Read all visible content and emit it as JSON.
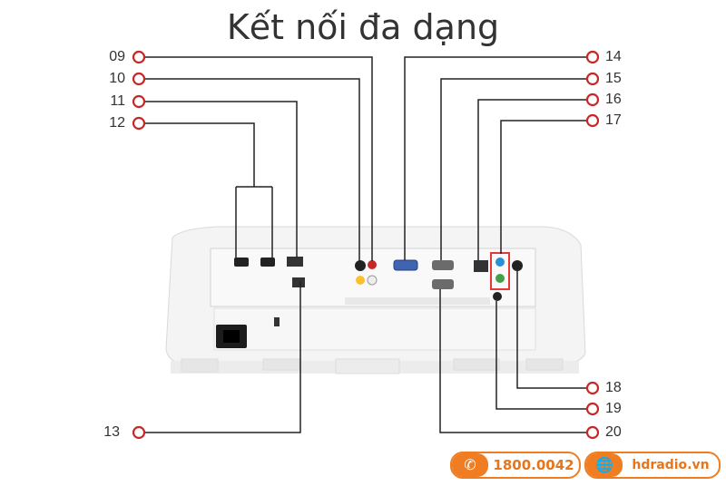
{
  "title": "Kết nối đa dạng",
  "callouts_left": [
    "09",
    "10",
    "11",
    "12",
    "13"
  ],
  "callouts_right": [
    "14",
    "15",
    "16",
    "17",
    "18",
    "19",
    "20"
  ],
  "contact": {
    "phone_icon": "phone-icon",
    "phone": "1800.0042",
    "web_icon": "globe-icon",
    "website": "hdradio.vn"
  },
  "colors": {
    "accent": "#f07d22",
    "callout": "#d32f2f",
    "line": "#222222",
    "highlight": "#e53935"
  }
}
